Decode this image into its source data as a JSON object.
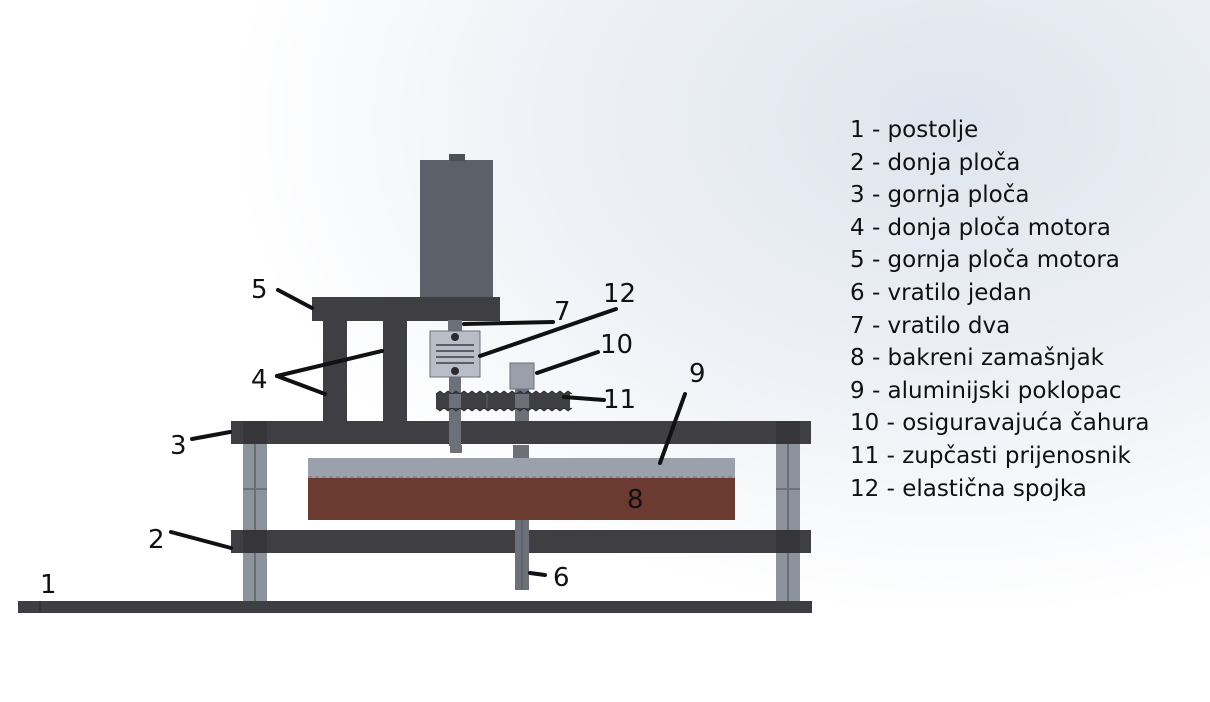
{
  "callouts": [
    {
      "id": 1,
      "label": "1"
    },
    {
      "id": 2,
      "label": "2"
    },
    {
      "id": 3,
      "label": "3"
    },
    {
      "id": 4,
      "label": "4"
    },
    {
      "id": 5,
      "label": "5"
    },
    {
      "id": 6,
      "label": "6"
    },
    {
      "id": 7,
      "label": "7"
    },
    {
      "id": 8,
      "label": "8"
    },
    {
      "id": 9,
      "label": "9"
    },
    {
      "id": 10,
      "label": "10"
    },
    {
      "id": 11,
      "label": "11"
    },
    {
      "id": 12,
      "label": "12"
    }
  ],
  "legend": [
    "1 - postolje",
    "2 - donja ploča",
    "3 - gornja ploča",
    "4 - donja ploča motora",
    "5 - gornja ploča motora",
    "6 - vratilo jedan",
    "7 - vratilo dva",
    "8 - bakreni zamašnjak",
    "9 - aluminijski poklopac",
    "10 - osiguravajuća čahura",
    "11 - zupčasti prijenosnik",
    "12 - elastična spojka"
  ],
  "colors": {
    "frame": "#3f3f43",
    "column": "#8a9099",
    "copper": "#6b3a30",
    "aluminium": "#9aa1ab",
    "motor": "#5c6068"
  }
}
